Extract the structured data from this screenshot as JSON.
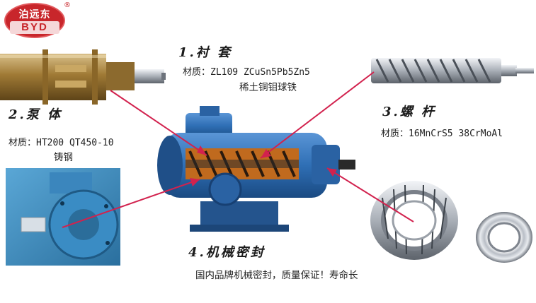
{
  "logo": {
    "text": "泊远东",
    "sub": "BYD",
    "registered": "®"
  },
  "parts": {
    "bushing": {
      "heading": "1.衬 套",
      "material_line1": "材质：ZL109 ZCuSn5Pb5Zn5",
      "material_line2": "稀土铜钼球铁"
    },
    "pump_body": {
      "heading": "2.泵 体",
      "material_line1": "材质：HT200 QT450-10",
      "material_line2": "铸钢"
    },
    "screw": {
      "heading": "3.螺 杆",
      "material_line1": "材质：16MnCrS5 38CrMoAl"
    },
    "mechanical_seal": {
      "heading": "4.机械密封",
      "note": "国内品牌机械密封，质量保证！寿命长"
    }
  },
  "colors": {
    "arrow": "#d2224e",
    "pump_blue": "#2f6fb5",
    "bronze": "#a8823e",
    "brand_red": "#c8262b"
  }
}
